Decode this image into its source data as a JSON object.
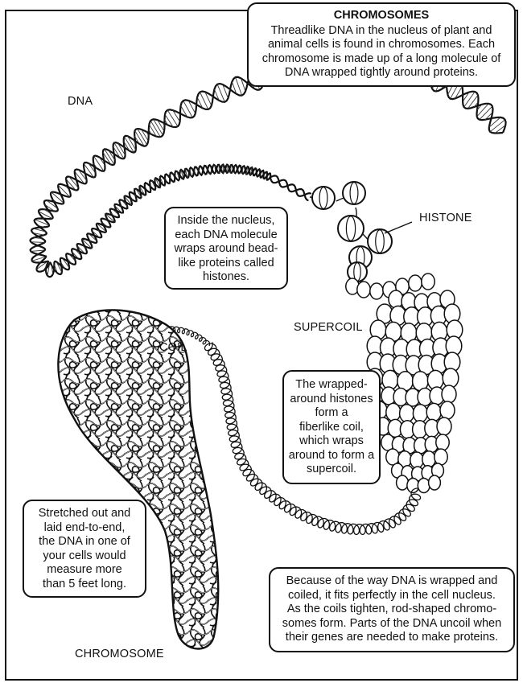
{
  "title": "CHROMOSOMES",
  "intro": "Threadlike DNA in the nucleus of plant and\nanimal cells is found in chromosomes. Each\nchromosome is made up of a long molecule of\nDNA wrapped tightly around proteins.",
  "labels": {
    "dna": "DNA",
    "histone": "HISTONE",
    "supercoil": "SUPERCOIL",
    "coil": "COIL",
    "chromosome": "CHROMOSOME"
  },
  "notes": {
    "nucleus": "Inside the nucleus,\neach DNA molecule\nwraps around bead-\nlike proteins called\nhistones.",
    "coil": "The wrapped-\naround histones\nform a\nfiberlike coil,\nwhich wraps\naround to form a\nsupercoil.",
    "length": "Stretched out and\nlaid end-to-end,\nthe DNA in one of\nyour cells would\nmeasure more\nthan 5 feet long.",
    "fit": "Because of the way DNA is wrapped and\ncoiled, it fits perfectly in the cell nucleus.\nAs the coils tighten, rod-shaped chromo-\nsomes form. Parts of the DNA uncoil when\ntheir genes are needed to make proteins."
  }
}
